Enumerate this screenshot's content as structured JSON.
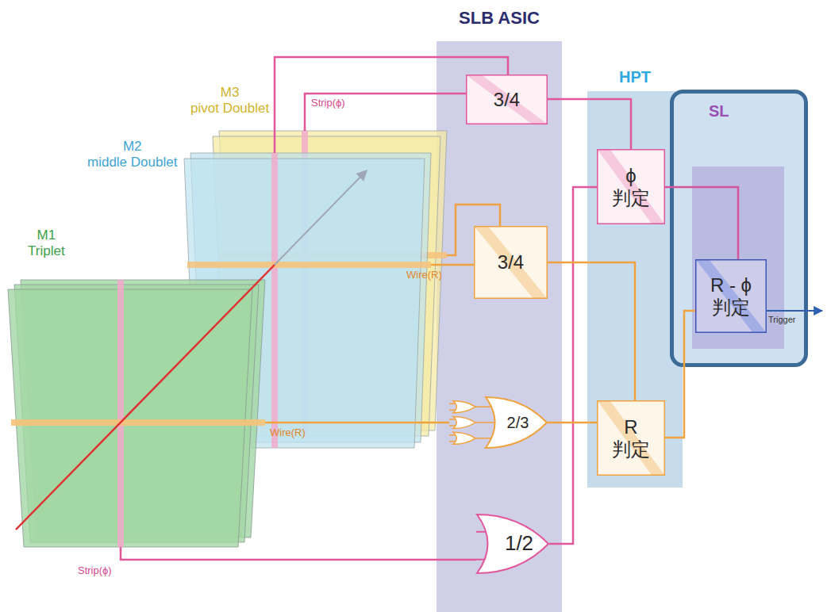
{
  "diagram": {
    "nodes": [
      {
        "text": [
          "M3",
          "pivot Doublet"
        ]
      },
      {
        "text": [
          "M2",
          "middle Doublet"
        ]
      },
      {
        "text": [
          "M1",
          "Triplet"
        ]
      },
      {
        "text": [
          "SLB ASIC"
        ]
      },
      {
        "text": [
          "3/4"
        ],
        "in": 3
      },
      {
        "text": [
          "3/4"
        ],
        "in": 3
      },
      {
        "text": [
          "2/3"
        ],
        "in": 3
      },
      {
        "text": [
          "1/2"
        ],
        "in": 3
      },
      {
        "text": [
          "HPT"
        ]
      },
      {
        "text": [
          "ϕ",
          "判定"
        ],
        "in": 8
      },
      {
        "text": [
          "R",
          "判定"
        ],
        "in": 8
      },
      {
        "text": [
          "SL"
        ]
      },
      {
        "text": [
          "R - ϕ",
          "判定"
        ],
        "in": 11
      }
    ],
    "edges": [
      {
        "from": 0,
        "to": 4,
        "arrow": "none",
        "label": "Strip(ϕ)"
      },
      {
        "from": 1,
        "to": 4,
        "arrow": "none"
      },
      {
        "from": 0,
        "to": 5,
        "arrow": "none"
      },
      {
        "from": 1,
        "to": 5,
        "arrow": "none",
        "label": "Wire(R)"
      },
      {
        "from": 2,
        "to": 6,
        "arrow": "none",
        "label": "Wire(R)"
      },
      {
        "from": 2,
        "to": 7,
        "arrow": "none",
        "label": "Strip(ϕ)"
      },
      {
        "from": 4,
        "to": 9,
        "arrow": "none"
      },
      {
        "from": 7,
        "to": 9,
        "arrow": "none"
      },
      {
        "from": 5,
        "to": 10,
        "arrow": "none"
      },
      {
        "from": 6,
        "to": 10,
        "arrow": "none"
      },
      {
        "from": 9,
        "to": 12,
        "arrow": "none"
      },
      {
        "from": 10,
        "to": 12,
        "arrow": "none"
      }
    ],
    "labels": [
      "Trigger"
    ]
  }
}
